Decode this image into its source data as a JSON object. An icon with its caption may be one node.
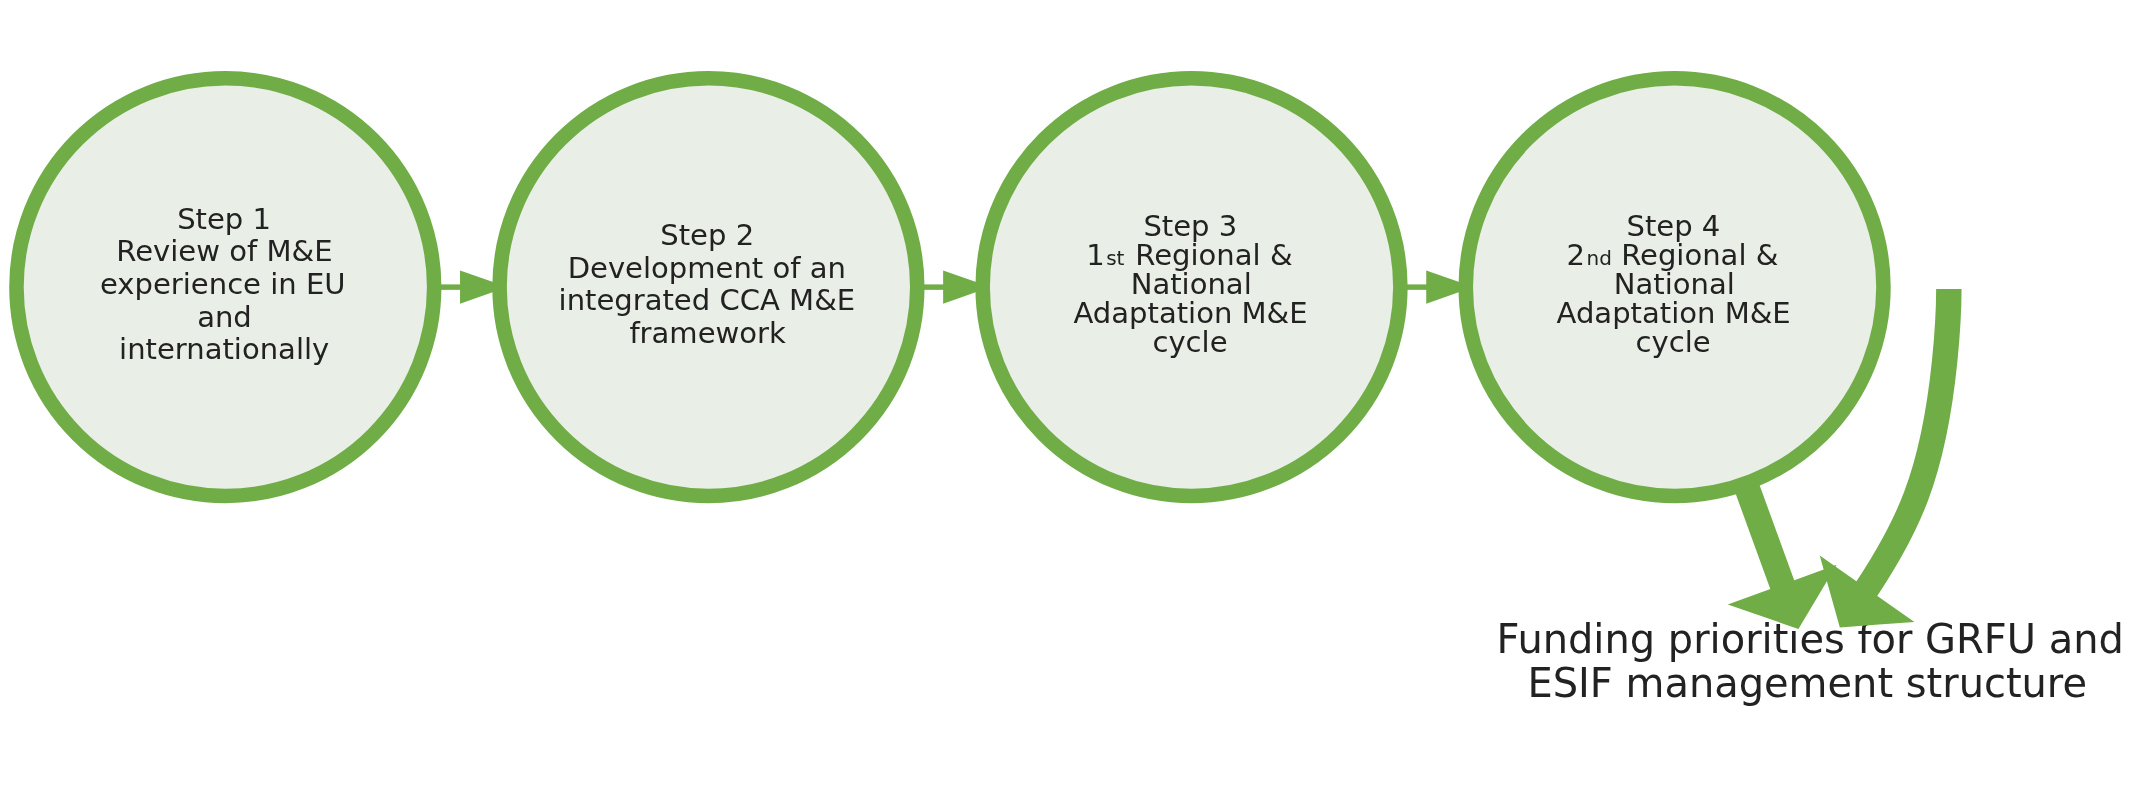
{
  "diagram": {
    "nodes": [
      {
        "text": [
          "Step 1",
          "Review of M&E experience in EU and internationally"
        ]
      },
      {
        "text": [
          "Step 2",
          "Development of an integrated CCA M&E framework"
        ]
      },
      {
        "text": [
          "Step 3",
          "1$^{st}$ Regional & National Adaptation M&E cycle"
        ]
      },
      {
        "text": [
          "Step 4",
          "2$^{nd}$ Regional & National Adaptation M&E cycle"
        ]
      },
      {
        "text": [
          "Funding priorities for GRFU and ESIF management structure"
        ]
      }
    ],
    "edges": [
      {
        "from": 0,
        "to": 1,
        "arrow": "to"
      },
      {
        "from": 1,
        "to": 2,
        "arrow": "to"
      },
      {
        "from": 2,
        "to": 3,
        "arrow": "to"
      },
      {
        "from": 3,
        "to": 4,
        "arrow": "to",
        "style": "thick"
      },
      {
        "from": null,
        "to": 4,
        "arrow": "to",
        "style": "thick"
      }
    ]
  }
}
